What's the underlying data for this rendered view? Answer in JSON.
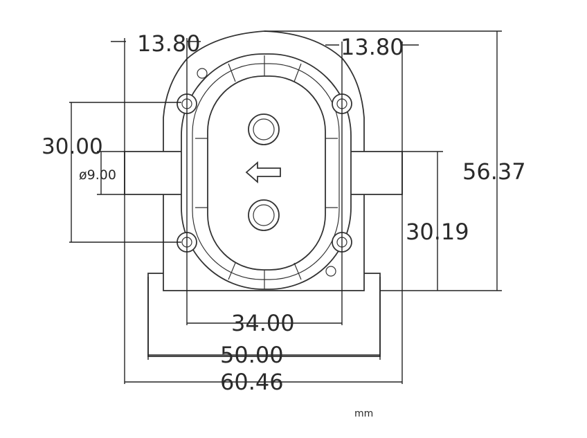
{
  "dimensions": {
    "top_left": "13.80",
    "top_right": "13.80",
    "left_height": "30.00",
    "shaft_diameter": "ø9.00",
    "overall_height": "56.37",
    "right_height": "30.19",
    "hole_spacing": "34.00",
    "base_width": "50.00",
    "overall_width": "60.46"
  },
  "unit": "mm"
}
